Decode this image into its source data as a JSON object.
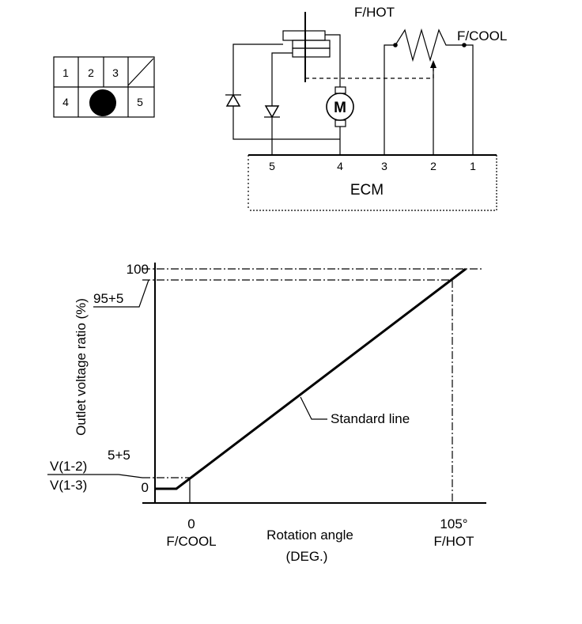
{
  "connector": {
    "pins": [
      "1",
      "2",
      "3",
      "4",
      "5"
    ]
  },
  "circuit": {
    "f_hot_label": "F/HOT",
    "f_cool_label": "F/COOL",
    "motor_label": "M",
    "ecm_label": "ECM",
    "ecm_pins": [
      "5",
      "4",
      "3",
      "2",
      "1"
    ]
  },
  "graph": {
    "y_axis_label": "Outlet voltage ratio (%)",
    "y_ticks": [
      "100",
      "0"
    ],
    "upper_annotation": "95+5",
    "lower_annotation": {
      "numerator": "V(1-2)",
      "tolerance": "5+5",
      "denominator": "V(1-3)"
    },
    "x_ticks": [
      {
        "value": "0",
        "name": "F/COOL"
      },
      {
        "value": "105°",
        "name": "F/HOT"
      }
    ],
    "x_axis_label": [
      "Rotation angle",
      "(DEG.)"
    ],
    "line_label": "Standard line"
  }
}
